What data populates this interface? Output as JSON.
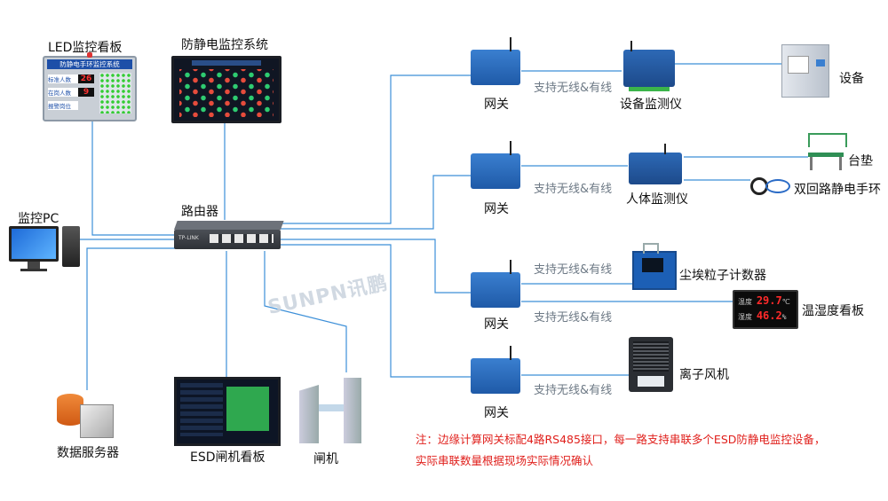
{
  "labels": {
    "led_board": "LED监控看板",
    "esd_system": "防静电监控系统",
    "monitor_pc": "监控PC",
    "router": "路由器",
    "db_server": "数据服务器",
    "esd_gate_board": "ESD闸机看板",
    "gate": "闸机",
    "gateway": "网关",
    "equipment_monitor": "设备监测仪",
    "body_monitor": "人体监测仪",
    "equipment": "设备",
    "mat": "台垫",
    "dual_loop_strap": "双回路静电手环",
    "dust_counter": "尘埃粒子计数器",
    "temp_humidity_board": "温湿度看板",
    "ion_fan": "离子风机"
  },
  "connection_label": "支持无线&有线",
  "led_board_screen": {
    "title": "防静电手环监控系统",
    "rows": [
      {
        "label": "标准人数",
        "value": "26"
      },
      {
        "label": "在岗人数",
        "value": "9"
      },
      {
        "label": "报警岗位",
        "value": ""
      }
    ]
  },
  "temp_display": {
    "temp_label": "温度",
    "temp": "29.7",
    "temp_unit": "℃",
    "hum_label": "湿度",
    "hum": "46.2",
    "hum_unit": "%"
  },
  "router_brand": "TP-LINK",
  "watermark": "SUNPN讯鹏",
  "note": {
    "line1": "注：边缘计算网关标配4路RS485接口，每一路支持串联多个ESD防静电监控设备，",
    "line2": "实际串联数量根据现场实际情况确认"
  },
  "colors": {
    "link": "#3c8fd8",
    "note": "#e0201c",
    "device_blue": "#2466b8"
  }
}
